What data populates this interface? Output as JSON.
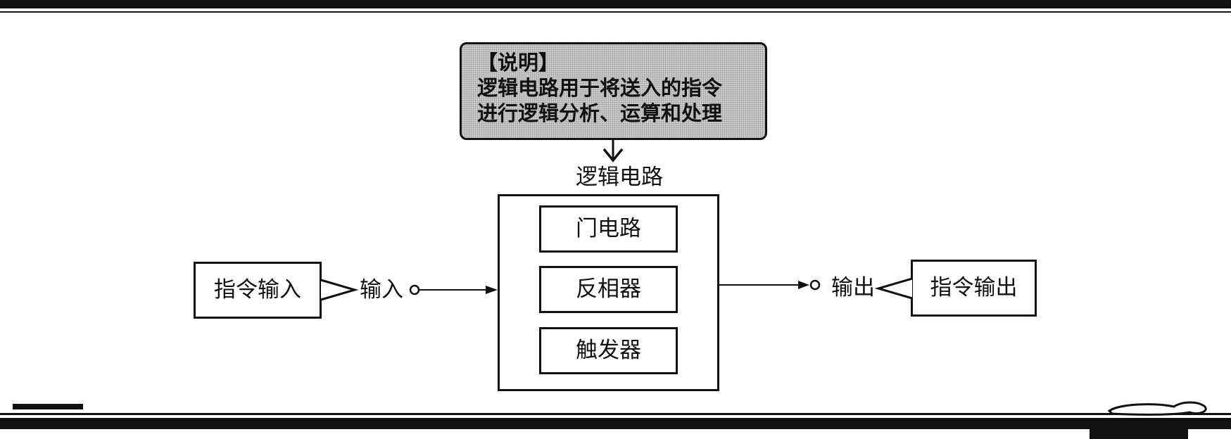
{
  "note": {
    "heading": "【说明】",
    "line1": "逻辑电路用于将送入的指令",
    "line2": "进行逻辑分析、运算和处理"
  },
  "circuit": {
    "title": "逻辑电路",
    "components": [
      "门电路",
      "反相器",
      "触发器"
    ]
  },
  "input": {
    "box_label": "指令输入",
    "terminal_label": "输入"
  },
  "output": {
    "box_label": "指令输出",
    "terminal_label": "输出"
  }
}
